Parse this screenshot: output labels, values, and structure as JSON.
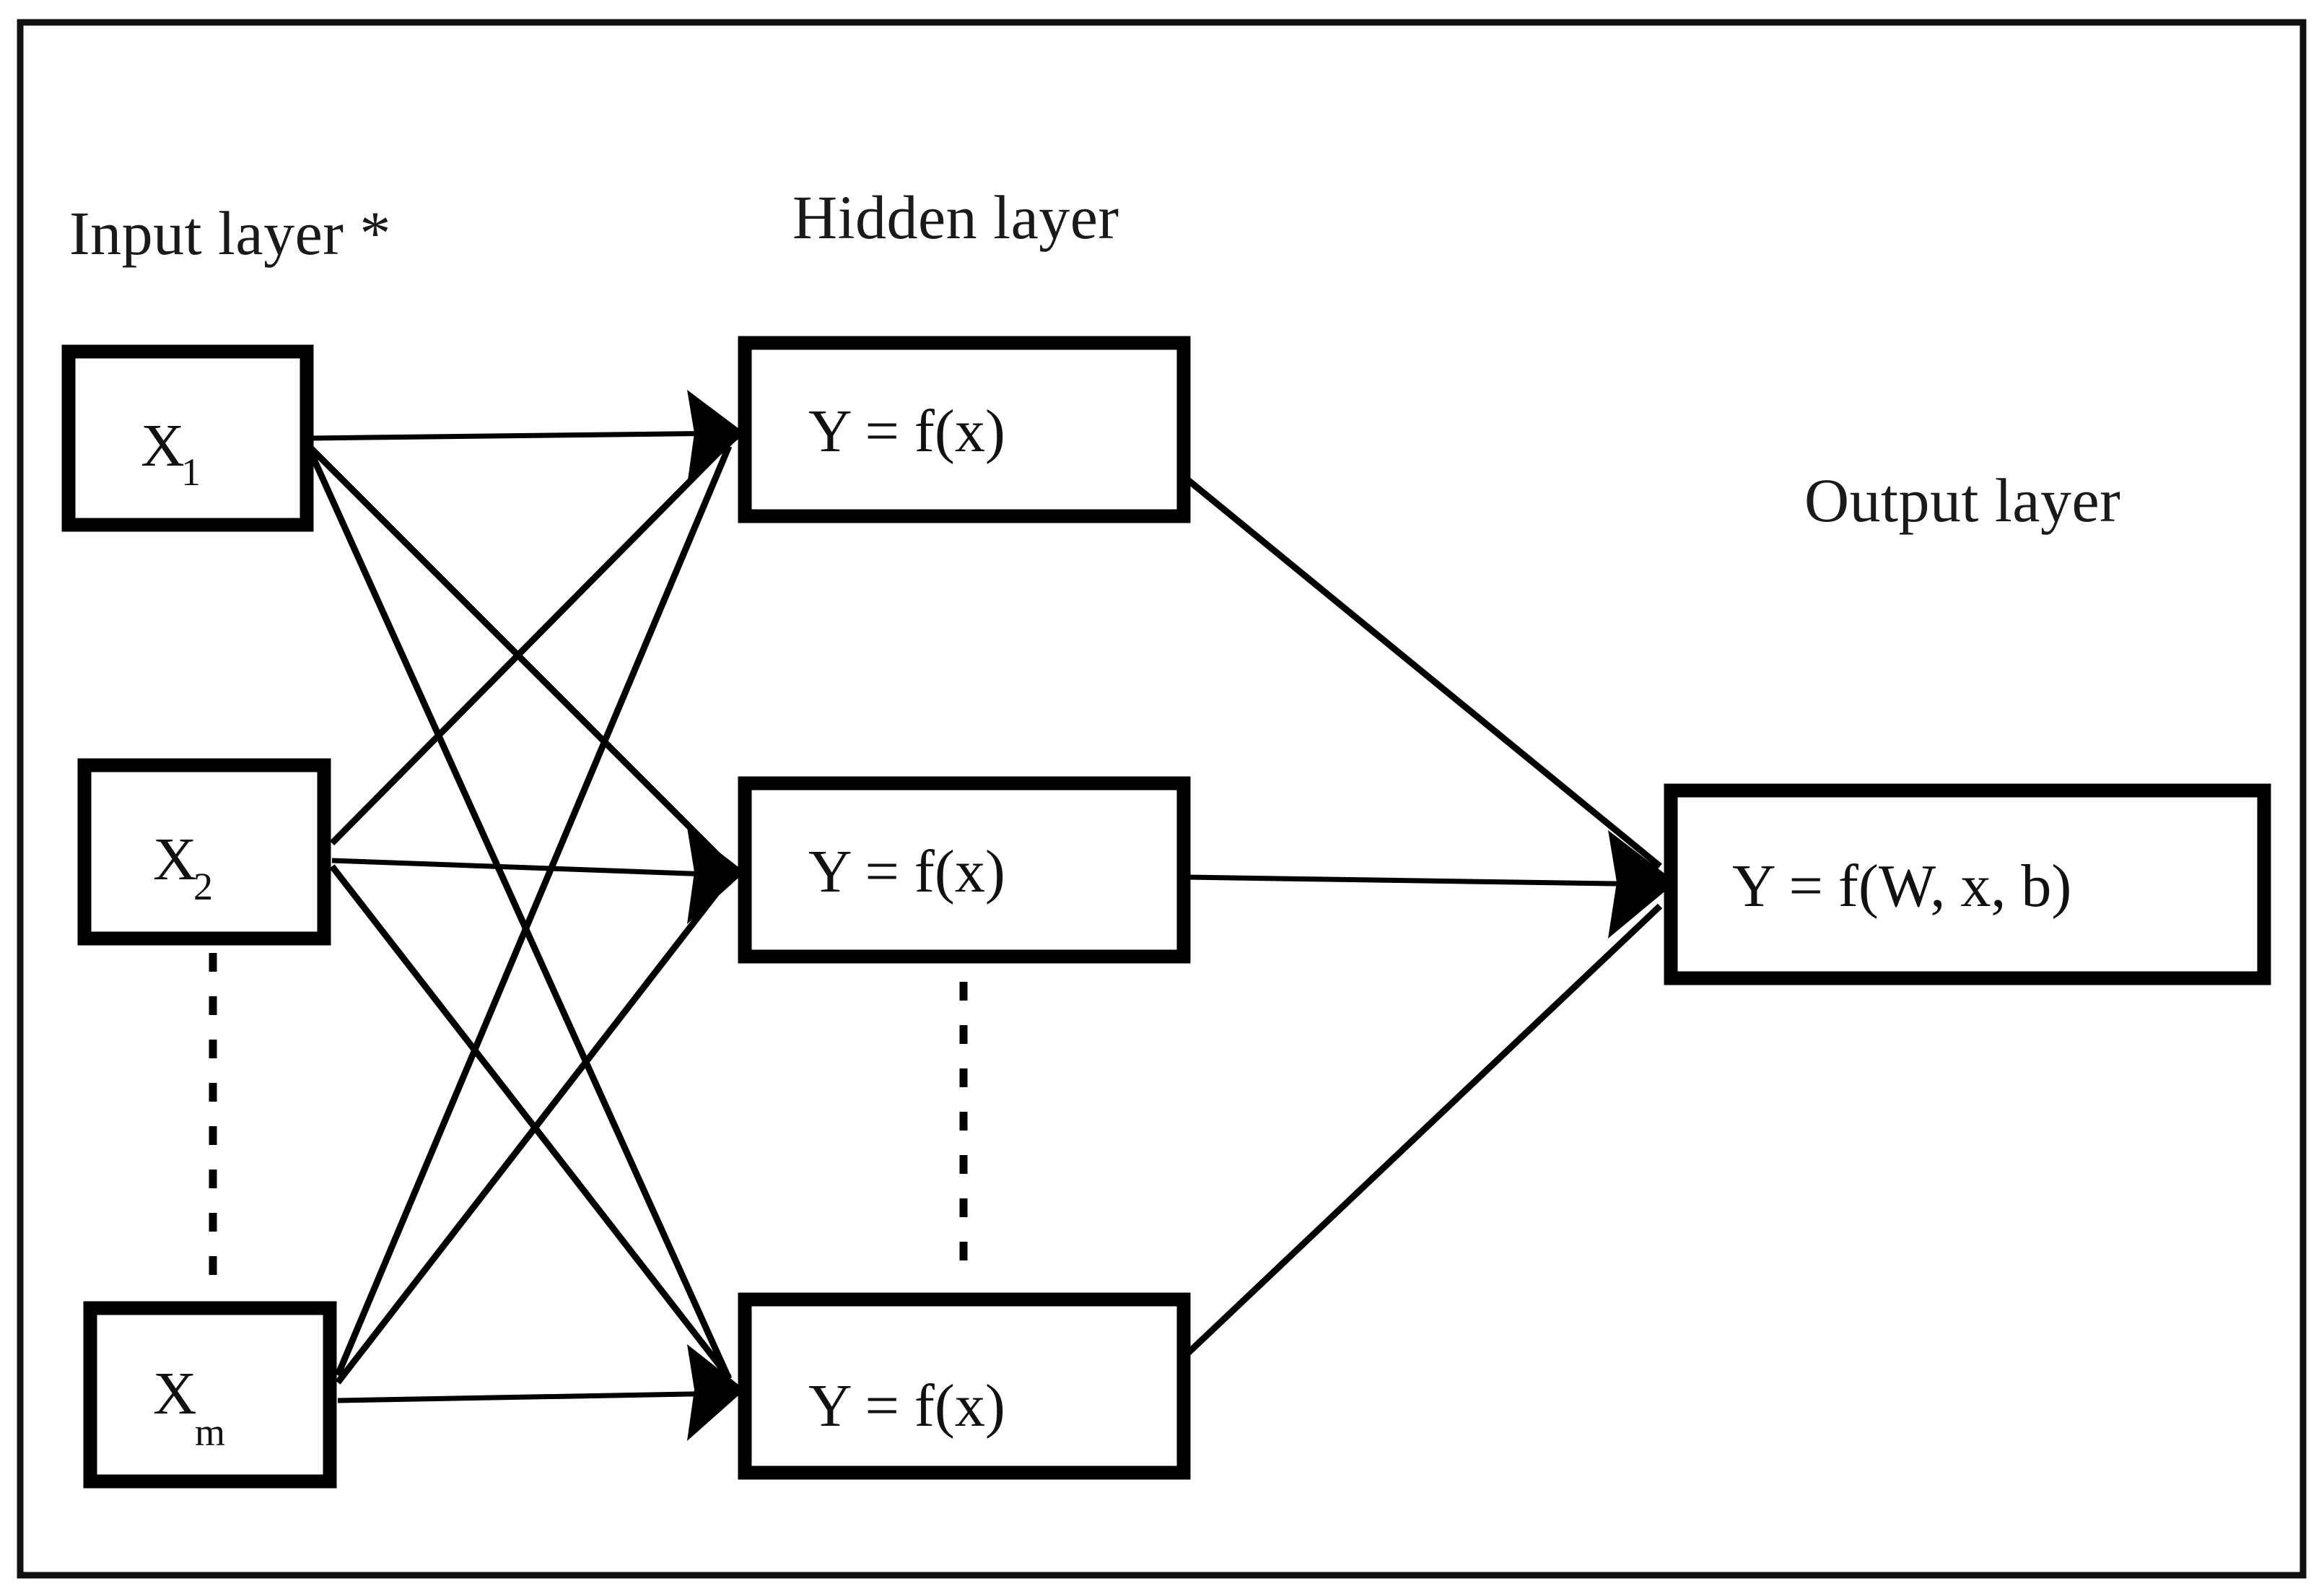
{
  "figure": {
    "type": "neural-network-architecture-diagram",
    "background_color": "#ffffff",
    "line_color": "#000000",
    "border_color": "#111111"
  },
  "labels": {
    "input_layer": "Input layer *",
    "hidden_layer": "Hidden layer",
    "output_layer": "Output layer"
  },
  "input_layer": {
    "title": "Input layer *",
    "nodes": [
      {
        "base": "X",
        "sub": "1",
        "full": "X1"
      },
      {
        "base": "X",
        "sub": "2",
        "full": "X2"
      },
      {
        "base": "X",
        "sub": "m",
        "full": "Xm"
      }
    ],
    "ellipsis": "vertical-dashed-line"
  },
  "hidden_layer": {
    "title": "Hidden layer",
    "nodes": [
      {
        "text": "Y = f(x)"
      },
      {
        "text": "Y = f(x)"
      },
      {
        "text": "Y = f(x)"
      }
    ],
    "ellipsis": "vertical-dashed-line"
  },
  "output_layer": {
    "title": "Output layer",
    "nodes": [
      {
        "text": "Y = f(W, x, b)"
      }
    ]
  },
  "connections": {
    "input_to_hidden": "fully-connected",
    "hidden_to_output": "fully-connected",
    "arrow_style": "solid-filled-triangle"
  }
}
